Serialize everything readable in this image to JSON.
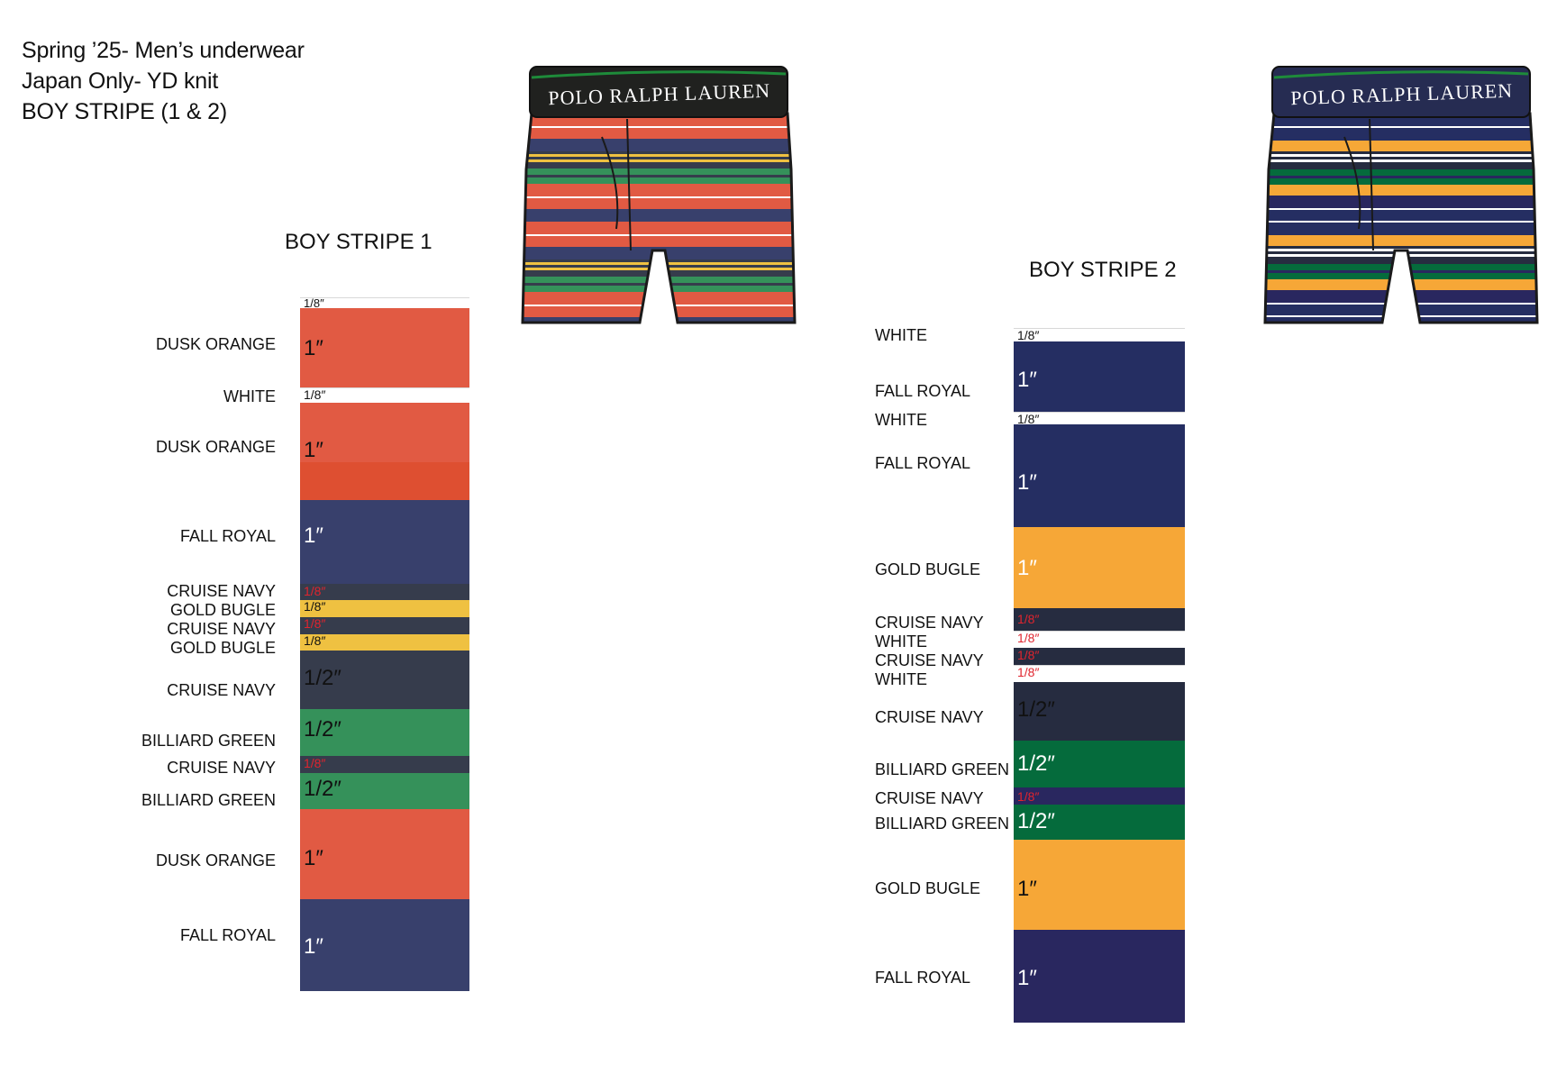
{
  "header": {
    "lines": [
      "Spring ’25- Men’s underwear",
      "Japan Only- YD knit",
      "BOY STRIPE (1 & 2)"
    ]
  },
  "colors": {
    "dusk_orange": "#e15a43",
    "dusk_orange_dark": "#de4f31",
    "white": "#ffffff",
    "fall_royal": "#38406c",
    "cruise_navy": "#363c4c",
    "gold_bugle": "#efc141",
    "billiard_green": "#35915a",
    "s2_fall_royal": "#252e62",
    "s2_gold_bugle": "#f6a737",
    "s2_cruise_navy": "#262c40",
    "s2_billiard_green": "#056b3c",
    "s2_fall_royal_last": "#29275f",
    "dim_red": "#e0242e"
  },
  "stripe1": {
    "title": "BOY STRIPE 1",
    "labels": [
      "DUSK ORANGE",
      "WHITE",
      "DUSK ORANGE",
      "FALL ROYAL",
      "CRUISE NAVY",
      "GOLD BUGLE",
      "CRUISE NAVY",
      "GOLD BUGLE",
      "CRUISE NAVY",
      "BILLIARD GREEN",
      "CRUISE NAVY",
      "BILLIARD GREEN",
      "DUSK ORANGE",
      "FALL ROYAL"
    ],
    "dims": [
      "1/8″",
      "1″",
      "1/8″",
      "1″",
      "1″",
      "1/8″",
      "1/8″",
      "1/8″",
      "1/8″",
      "1/2″",
      "1/2″",
      "1/8″",
      "1/2″",
      "1″",
      "1″"
    ]
  },
  "stripe2": {
    "title": "BOY STRIPE 2",
    "labels": [
      "WHITE",
      "FALL ROYAL",
      "WHITE",
      "FALL ROYAL",
      "GOLD BUGLE",
      "CRUISE NAVY",
      "WHITE",
      "CRUISE NAVY",
      "WHITE",
      "CRUISE NAVY",
      "BILLIARD GREEN",
      "CRUISE NAVY",
      "BILLIARD GREEN",
      "GOLD BUGLE",
      "FALL ROYAL"
    ],
    "dims": [
      "1/8″",
      "1″",
      "1/8″",
      "1″",
      "1″",
      "1/8″",
      "1/8″",
      "1/8″",
      "1/8″",
      "1/2″",
      "1/2″",
      "1/8″",
      "1/2″",
      "1″",
      "1″"
    ]
  },
  "garment1": {
    "brand": "POLO RALPH LAUREN"
  },
  "garment2": {
    "brand": "POLO RALPH LAUREN"
  }
}
